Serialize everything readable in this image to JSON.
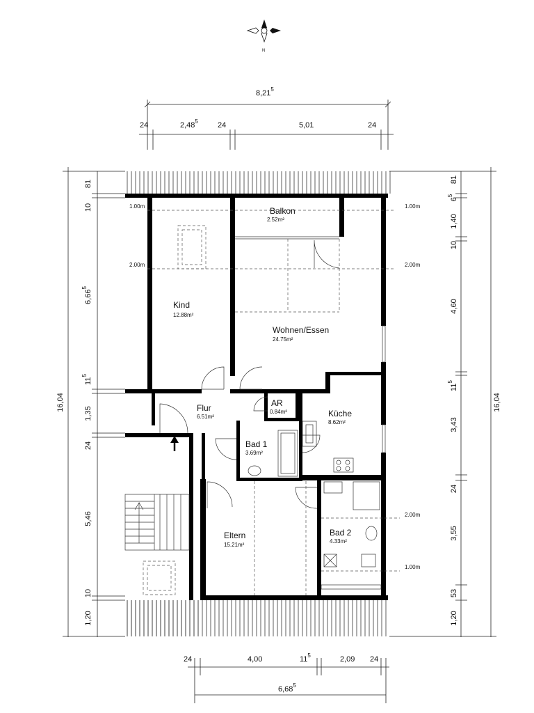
{
  "compass": {
    "north_label": "N"
  },
  "rooms": {
    "balkon": {
      "name": "Balkon",
      "area": "2.52m²"
    },
    "kind": {
      "name": "Kind",
      "area": "12.88m²"
    },
    "wohnen": {
      "name": "Wohnen/Essen",
      "area": "24.75m²"
    },
    "flur": {
      "name": "Flur",
      "area": "6.51m²"
    },
    "ar": {
      "name": "AR",
      "area": "0.84m²"
    },
    "kueche": {
      "name": "Küche",
      "area": "8.62m²"
    },
    "bad1": {
      "name": "Bad 1",
      "area": "3.69m²"
    },
    "eltern": {
      "name": "Eltern",
      "area": "15.21m²"
    },
    "bad2": {
      "name": "Bad 2",
      "area": "4.33m²"
    }
  },
  "levels": {
    "l100_left": "1.00m",
    "l200_left": "2.00m",
    "l100_right": "1.00m",
    "l200_right": "2.00m",
    "l200_bad2": "2.00m",
    "l100_bad2": "1.00m"
  },
  "dims_top": {
    "total": {
      "main": "8,21",
      "sup": "5"
    },
    "seg1": "24",
    "seg2": {
      "main": "2,48",
      "sup": "5"
    },
    "seg3": "24",
    "seg4": "5,01",
    "seg5": "24"
  },
  "dims_bottom": {
    "seg1": "24",
    "seg2": "4,00",
    "seg3": {
      "main": "11",
      "sup": "5"
    },
    "seg4": "2,09",
    "seg5": "24",
    "total": {
      "main": "6,68",
      "sup": "5"
    }
  },
  "dims_left": {
    "total": "16,04",
    "s1": "81",
    "s2": "10",
    "s3": {
      "main": "6,66",
      "sup": "5"
    },
    "s4": {
      "main": "11",
      "sup": "5"
    },
    "s5": "1,35",
    "s6": "24",
    "s7": "5,46",
    "s8": "10",
    "s9": "1,20"
  },
  "dims_right": {
    "total": "16,04",
    "s1": "81",
    "s2": {
      "main": "6",
      "sup": "5"
    },
    "s3": "1,40",
    "s4": "10",
    "s5": "4,60",
    "s6": {
      "main": "11",
      "sup": "5"
    },
    "s7": "3,43",
    "s8": "24",
    "s9": "3,55",
    "s10": "53",
    "s11": "1,20"
  }
}
